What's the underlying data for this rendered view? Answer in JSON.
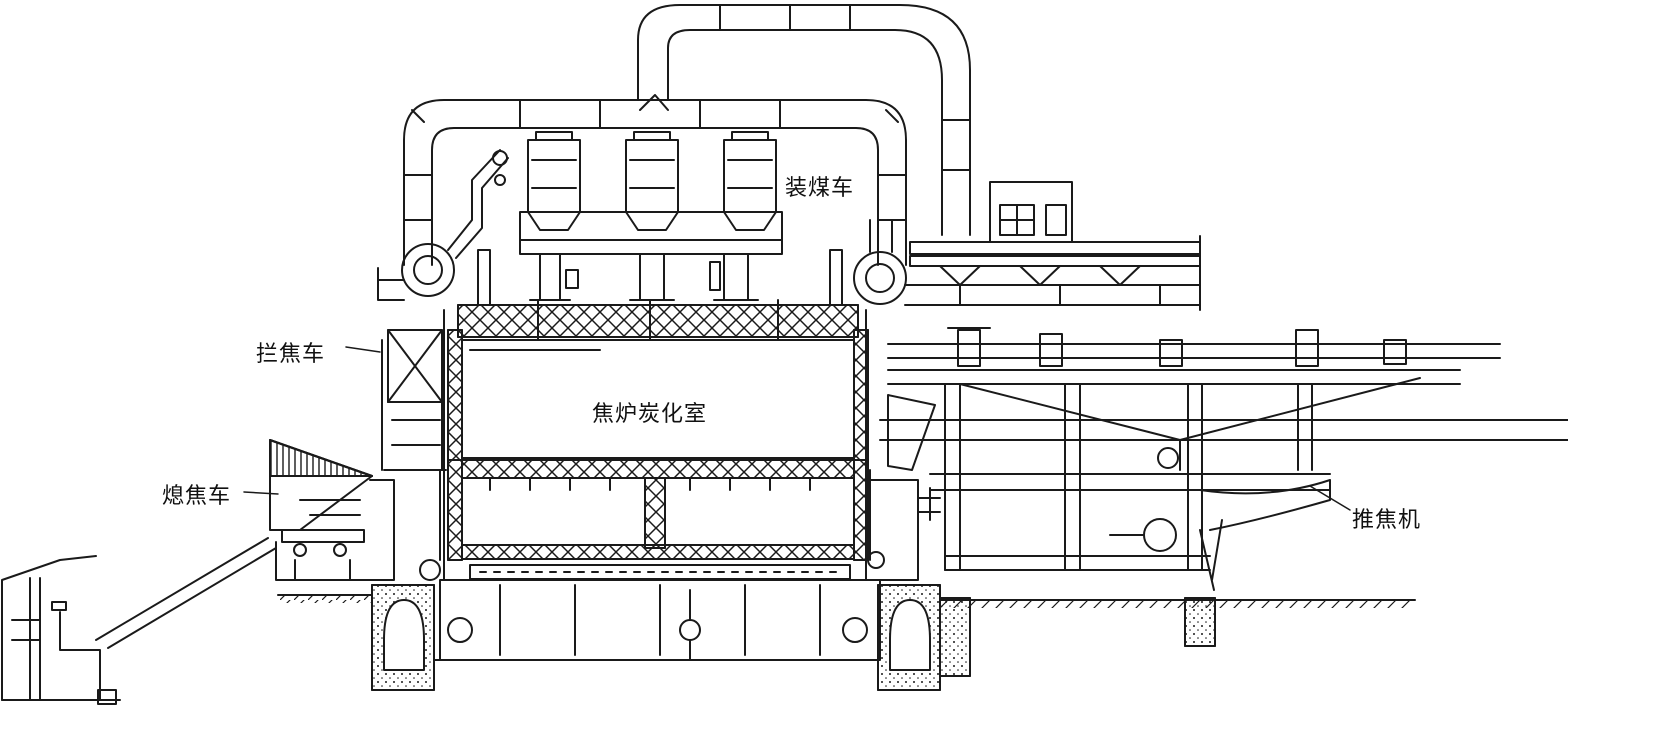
{
  "labels": {
    "coal_charging_car": "装煤车",
    "coke_guide_car": "拦焦车",
    "coking_chamber": "焦炉炭化室",
    "quenching_car": "熄焦车",
    "pusher_machine": "推焦机"
  },
  "colors": {
    "ink": "#1a1a1a",
    "paper": "#ffffff"
  }
}
